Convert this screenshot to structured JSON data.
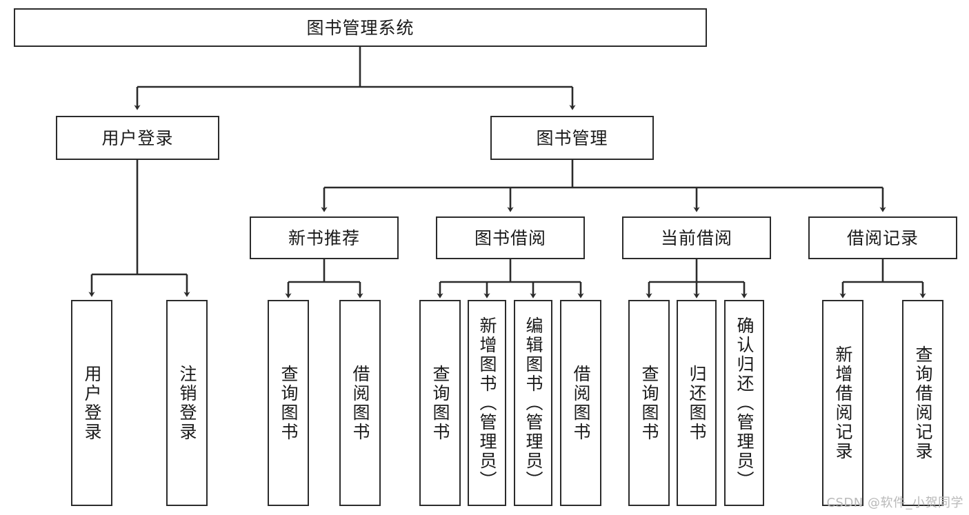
{
  "diagram": {
    "type": "tree-hierarchy-chart",
    "title": "图书管理系统",
    "colors": {
      "box_border": "#2b2b2b",
      "box_fill": "#ffffff",
      "connector": "#2b2b2b",
      "text": "#1a1a1a",
      "watermark": "#b9b9b9",
      "background": "#ffffff"
    },
    "nodes": {
      "root": {
        "label": "图书管理系统"
      },
      "level2": [
        {
          "id": "user-login",
          "label": "用户登录"
        },
        {
          "id": "book-management",
          "label": "图书管理"
        }
      ],
      "level3": [
        {
          "id": "new-book-recommend",
          "label": "新书推荐"
        },
        {
          "id": "book-borrow",
          "label": "图书借阅"
        },
        {
          "id": "current-borrow",
          "label": "当前借阅"
        },
        {
          "id": "borrow-record",
          "label": "借阅记录"
        }
      ],
      "leaves": {
        "user-login": [
          {
            "id": "leaf-user-login",
            "label": "用户登录"
          },
          {
            "id": "leaf-logout",
            "label": "注销登录"
          }
        ],
        "new-book-recommend": [
          {
            "id": "leaf-query-book-1",
            "label": "查询图书"
          },
          {
            "id": "leaf-borrow-book-1",
            "label": "借阅图书"
          }
        ],
        "book-borrow": [
          {
            "id": "leaf-query-book-2",
            "label": "查询图书"
          },
          {
            "id": "leaf-add-book",
            "label": "新增图书（管理员）"
          },
          {
            "id": "leaf-edit-book",
            "label": "编辑图书（管理员）"
          },
          {
            "id": "leaf-borrow-book-2",
            "label": "借阅图书"
          }
        ],
        "current-borrow": [
          {
            "id": "leaf-query-book-3",
            "label": "查询图书"
          },
          {
            "id": "leaf-return-book",
            "label": "归还图书"
          },
          {
            "id": "leaf-confirm-return",
            "label": "确认归还（管理员）"
          }
        ],
        "borrow-record": [
          {
            "id": "leaf-add-record",
            "label": "新增借阅记录"
          },
          {
            "id": "leaf-query-record",
            "label": "查询借阅记录"
          }
        ]
      }
    },
    "watermark": "CSDN @软件_小贺同学"
  }
}
